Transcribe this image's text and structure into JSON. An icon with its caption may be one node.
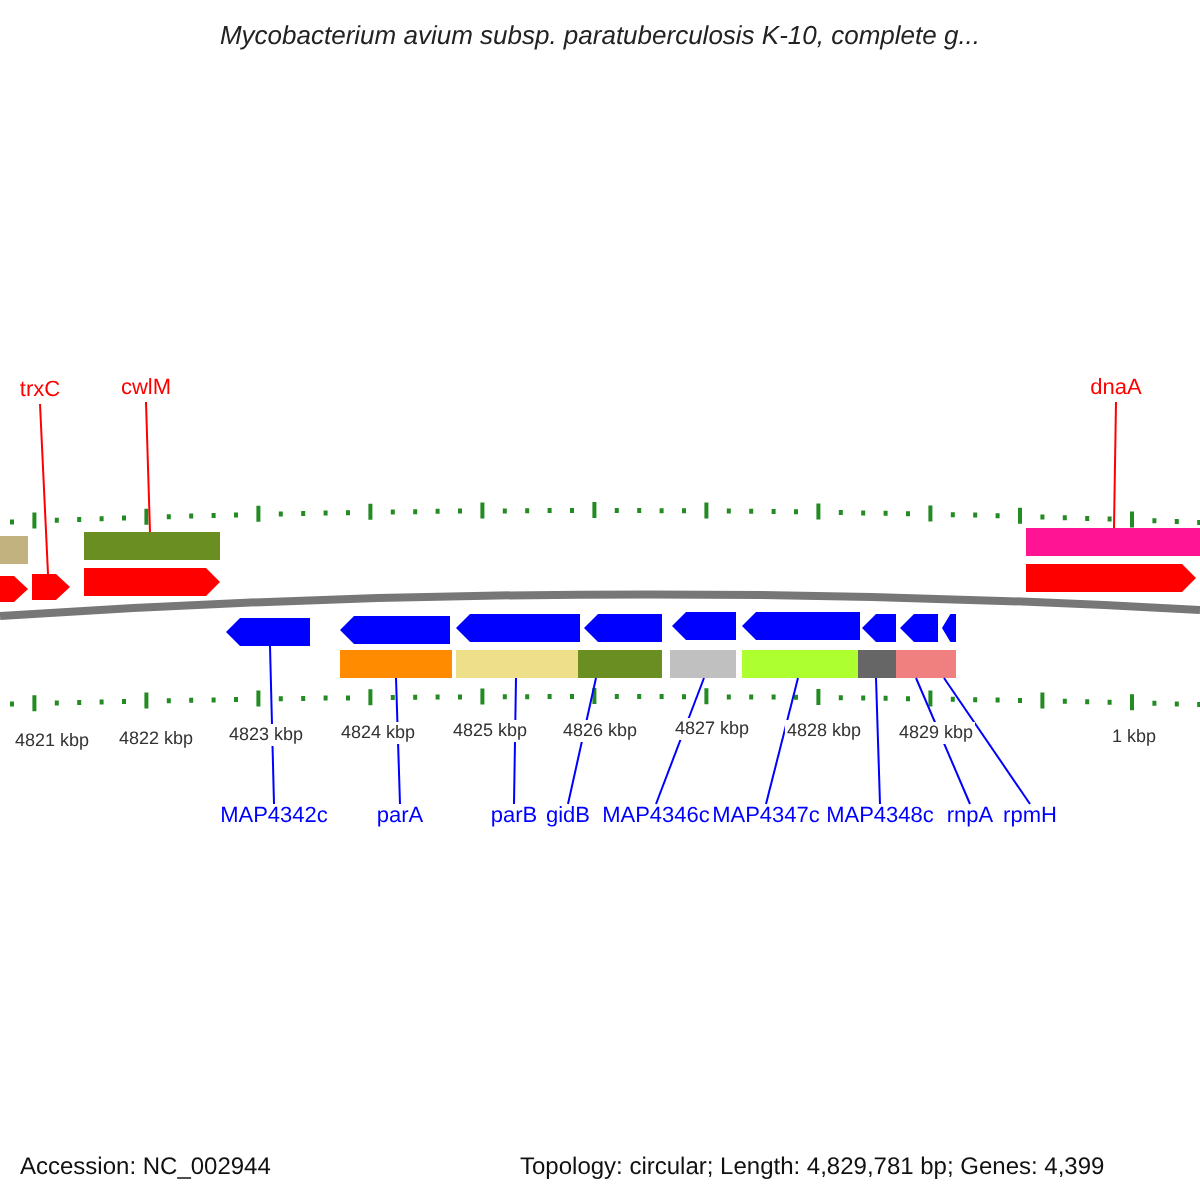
{
  "diagram": {
    "title": "Mycobacterium avium subsp. paratuberculosis K-10, complete g...",
    "nodes": [
      {
        "text": [
          "trxC"
        ]
      },
      {
        "text": [
          "cwlM"
        ]
      },
      {
        "text": [
          "dnaA"
        ]
      },
      {
        "text": [
          "MAP4342c"
        ]
      },
      {
        "text": [
          "parA"
        ]
      },
      {
        "text": [
          "parB"
        ]
      },
      {
        "text": [
          "gidB"
        ]
      },
      {
        "text": [
          "MAP4346c"
        ]
      },
      {
        "text": [
          "MAP4347c"
        ]
      },
      {
        "text": [
          "MAP4348c"
        ]
      },
      {
        "text": [
          "rnpA"
        ]
      },
      {
        "text": [
          "rpmH"
        ]
      },
      {
        "text": [],
        "shape": "bar"
      },
      {
        "text": [],
        "shape": "bar"
      },
      {
        "text": [],
        "shape": "bar"
      },
      {
        "text": [],
        "shape": "arrow"
      },
      {
        "text": [],
        "shape": "arrow"
      },
      {
        "text": [],
        "shape": "arrow"
      },
      {
        "text": [],
        "shape": "arrow"
      },
      {
        "text": [],
        "shape": "arrow"
      },
      {
        "text": [],
        "shape": "arrow"
      },
      {
        "text": [],
        "shape": "arrow"
      },
      {
        "text": [],
        "shape": "arrow"
      },
      {
        "text": [],
        "shape": "arrow"
      },
      {
        "text": [],
        "shape": "arrow"
      },
      {
        "text": [],
        "shape": "arrow"
      },
      {
        "text": [],
        "shape": "arrow"
      },
      {
        "text": [],
        "shape": "arrow"
      },
      {
        "text": [],
        "shape": "bar"
      },
      {
        "text": [],
        "shape": "bar"
      },
      {
        "text": [],
        "shape": "bar"
      },
      {
        "text": [],
        "shape": "bar"
      },
      {
        "text": [],
        "shape": "bar"
      },
      {
        "text": [],
        "shape": "bar"
      },
      {
        "text": [],
        "shape": "bar"
      },
      {
        "text": [],
        "shape": "bar"
      }
    ],
    "edges": [
      {
        "from": 0,
        "to": 16,
        "arrow": "none",
        "color": "#ff0000"
      },
      {
        "from": 1,
        "to": 13,
        "arrow": "none",
        "color": "#ff0000"
      },
      {
        "from": 2,
        "to": 14,
        "arrow": "none",
        "color": "#ff0000"
      },
      {
        "from": 3,
        "to": 19,
        "arrow": "none"
      },
      {
        "from": 4,
        "to": 28,
        "arrow": "none"
      },
      {
        "from": 5,
        "to": 29,
        "arrow": "none"
      },
      {
        "from": 6,
        "to": 30,
        "arrow": "none"
      },
      {
        "from": 7,
        "to": 31,
        "arrow": "none"
      },
      {
        "from": 8,
        "to": 32,
        "arrow": "none"
      },
      {
        "from": 9,
        "to": 33,
        "arrow": "none"
      },
      {
        "from": 10,
        "to": 34,
        "arrow": "none"
      },
      {
        "from": 11,
        "to": 35,
        "arrow": "none"
      }
    ],
    "labels": [
      "4821 kbp",
      "4822 kbp",
      "4823 kbp",
      "4824 kbp",
      "4825 kbp",
      "4826 kbp",
      "4827 kbp",
      "4828 kbp",
      "4829 kbp",
      "1 kbp",
      "Accession: NC_002944",
      "Topology: circular; Length: 4,829,781 bp; Genes: 4,399"
    ]
  }
}
